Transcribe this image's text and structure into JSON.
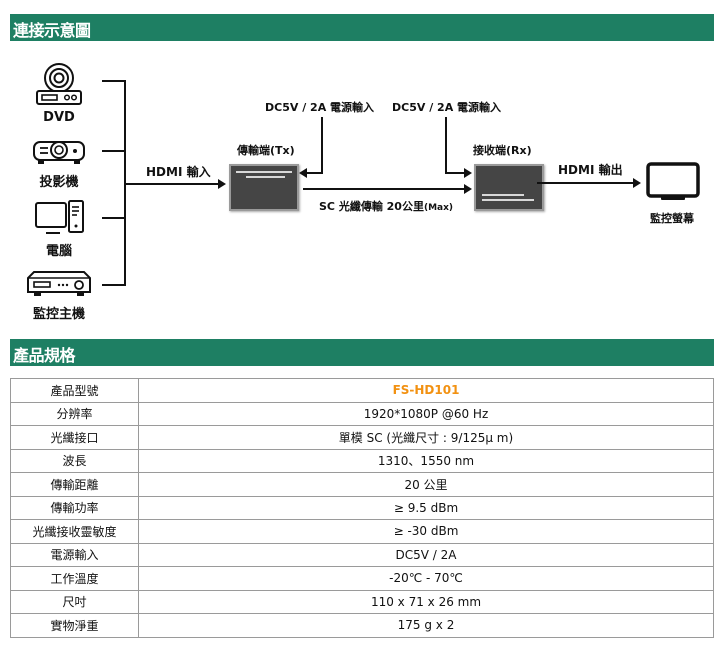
{
  "connection_section": {
    "title": "連接示意圖"
  },
  "diagram": {
    "sources": [
      {
        "label": "DVD",
        "icon": "dvd-player-icon"
      },
      {
        "label": "投影機",
        "icon": "projector-icon"
      },
      {
        "label": "電腦",
        "icon": "desktop-computer-icon"
      },
      {
        "label": "監控主機",
        "icon": "dvr-recorder-icon"
      }
    ],
    "hdmi_in_label": "HDMI 輸入",
    "tx_label": "傳輸端(Tx)",
    "rx_label": "接收端(Rx)",
    "power_tx_label": "DC5V / 2A 電源輸入",
    "power_rx_label": "DC5V / 2A 電源輸入",
    "fiber_label": "SC 光纖傳輸 20公里",
    "fiber_max": "(Max)",
    "hdmi_out_label": "HDMI 輸出",
    "monitor_label": "監控螢幕"
  },
  "spec_section": {
    "title": "產品規格"
  },
  "spec_table": {
    "rows": [
      {
        "key": "產品型號",
        "value": "FS-HD101"
      },
      {
        "key": "分辨率",
        "value": "1920*1080P @60 Hz"
      },
      {
        "key": "光纖接口",
        "value": "單模  SC (光纖尺寸 : 9/125μ m)"
      },
      {
        "key": "波長",
        "value": "1310、1550 nm"
      },
      {
        "key": "傳輸距離",
        "value": "20 公里"
      },
      {
        "key": "傳輸功率",
        "value": "≥ 9.5 dBm"
      },
      {
        "key": "光纖接收靈敏度",
        "value": "≥ -30 dBm"
      },
      {
        "key": "電源輸入",
        "value": "DC5V / 2A"
      },
      {
        "key": "工作溫度",
        "value": "-20℃  - 70℃"
      },
      {
        "key": "尺吋",
        "value": "110 x 71 x 26 mm"
      },
      {
        "key": "實物淨重",
        "value": "175 g x 2"
      }
    ]
  },
  "colors": {
    "section_bar": "#1e7f63",
    "model_highlight": "#f29111"
  }
}
